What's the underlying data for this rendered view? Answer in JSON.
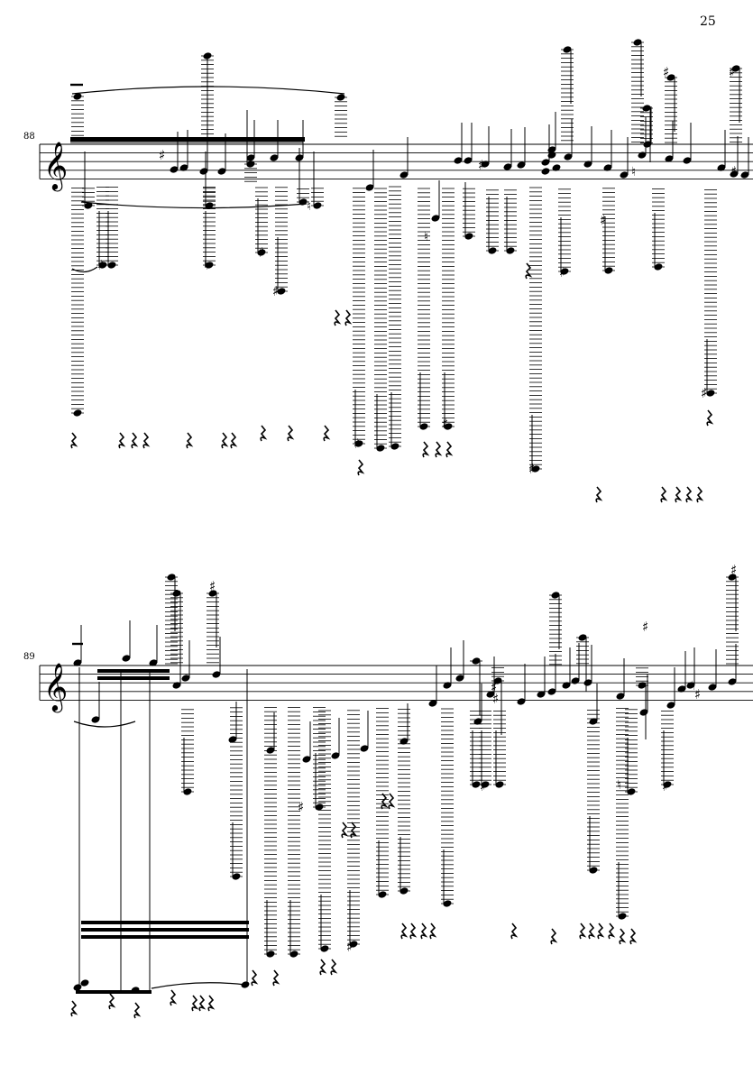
{
  "page": {
    "page_number": "25"
  },
  "systems": [
    {
      "measure_number": "88"
    },
    {
      "measure_number": "89"
    }
  ],
  "colors": {
    "ink": "#000000",
    "paper": "#ffffff"
  }
}
